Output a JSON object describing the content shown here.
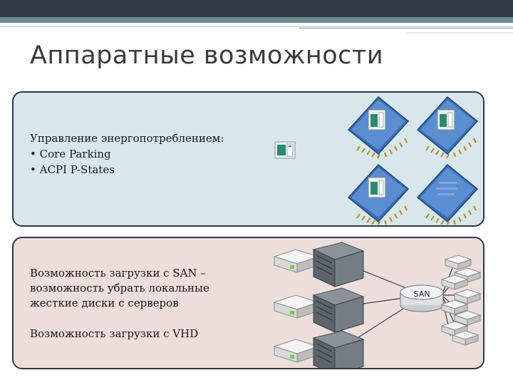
{
  "slide": {
    "title": "Аппаратные возможности"
  },
  "panels": {
    "power": {
      "heading": "Управление энергопотреблением:",
      "items": [
        "• Core Parking",
        "• ACPI P-States"
      ]
    },
    "boot": {
      "line1": "Возможность загрузки с SAN –",
      "line2": "возможность убрать локальные",
      "line3": "жесткие диски с серверов",
      "line4": "Возможность загрузки с VHD"
    }
  },
  "diagram": {
    "san_label": "SAN"
  },
  "icons": {
    "chip": "cpu-chip-icon",
    "vm": "virtual-machine-icon",
    "drive": "disk-drive-icon",
    "rack": "rack-server-icon",
    "san": "san-storage-icon"
  },
  "colors": {
    "topbar": "#2f3a45",
    "panel_blue": "#d7e7ec",
    "panel_pink": "#ecdedb",
    "border": "#2f3a45"
  }
}
